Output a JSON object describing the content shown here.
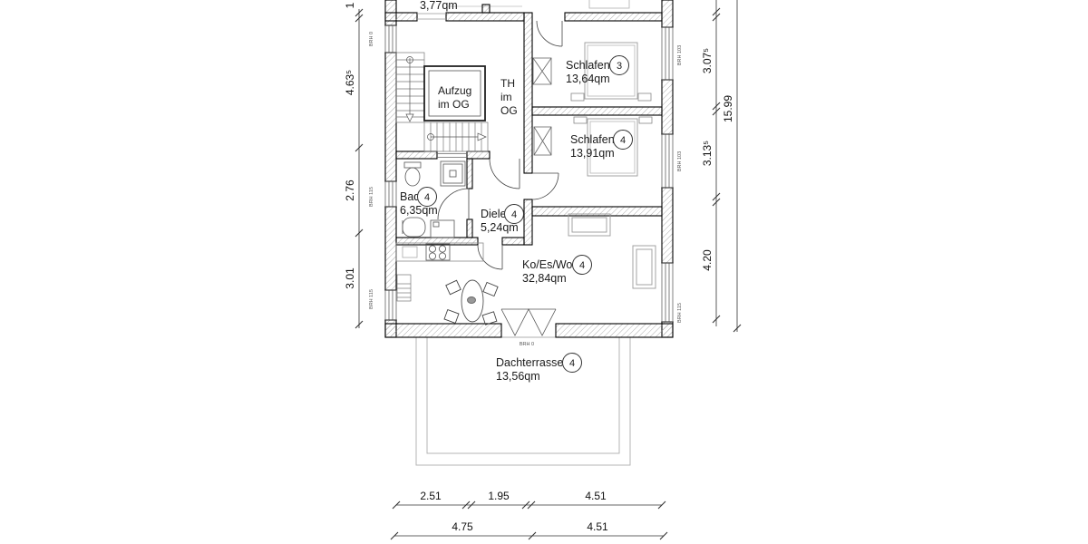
{
  "rooms": {
    "cut_room": {
      "area": "3,77qm"
    },
    "schlafen3": {
      "name": "Schlafen",
      "number": "3",
      "area": "13,64qm"
    },
    "schlafen4": {
      "name": "Schlafen",
      "number": "4",
      "area": "13,91qm"
    },
    "bad": {
      "name": "Bad",
      "number": "4",
      "area": "6,35qm"
    },
    "diele": {
      "name": "Diele",
      "number": "4",
      "area": "5,24qm"
    },
    "wohnen": {
      "name": "Ko/Es/Wo",
      "number": "4",
      "area": "32,84qm"
    },
    "dachterrasse": {
      "name": "Dachterrasse",
      "number": "4",
      "area": "13,56qm"
    }
  },
  "core": {
    "aufzug_line1": "Aufzug",
    "aufzug_line2": "im OG",
    "th_line1": "TH",
    "th_line2": "im",
    "th_line3": "OG"
  },
  "window_labels": {
    "left": [
      "BRH 0",
      "BRH 115",
      "BRH 115"
    ],
    "right": [
      "BRH 103",
      "BRH 103",
      "BRH 115"
    ],
    "bottom": "BRH 0"
  },
  "dimensions": {
    "left_partial": "1",
    "left": [
      "4.63⁵",
      "2.76",
      "3.01"
    ],
    "right": [
      "3.07⁵",
      "3.13⁵",
      "4.20"
    ],
    "right_total": "15.99",
    "bottom_row1": [
      "2.51",
      "1.95",
      "4.51"
    ],
    "bottom_row2": [
      "4.75",
      "4.51"
    ]
  }
}
